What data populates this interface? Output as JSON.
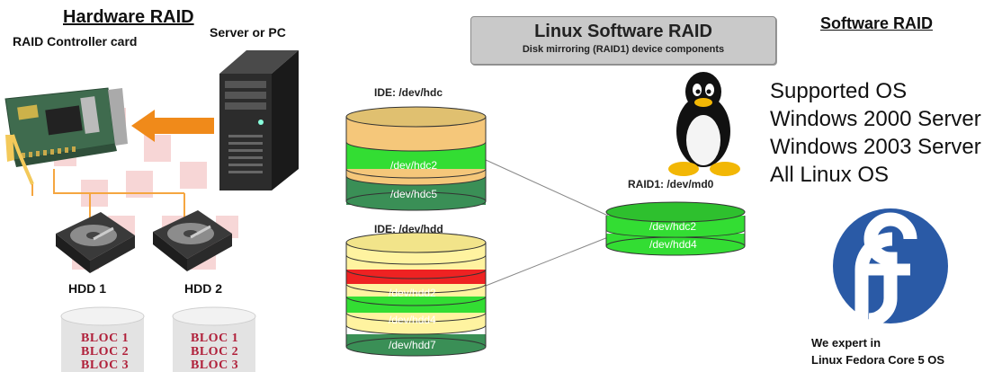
{
  "hardware": {
    "title": "Hardware RAID",
    "controller_label": "RAID Controller card",
    "pc_label": "Server or PC",
    "hdd1_label": "HDD 1",
    "hdd2_label": "HDD 2",
    "blocks": [
      "BLOC 1",
      "BLOC 2",
      "BLOC 3"
    ]
  },
  "banner": {
    "title": "Linux Software RAID",
    "subtitle": "Disk mirroring (RAID1) device components"
  },
  "disks": {
    "hdc": {
      "label": "IDE: /dev/hdc",
      "segments": [
        "/dev/hdc2",
        "/dev/hdc5"
      ]
    },
    "hdd": {
      "label": "IDE: /dev/hdd",
      "segments": [
        "/dev/hdd2",
        "/dev/hdd4",
        "/dev/hdd7"
      ]
    },
    "md0": {
      "label": "RAID1: /dev/md0",
      "segments": [
        "/dev/hdc2",
        "/dev/hdd4"
      ]
    }
  },
  "software": {
    "title": "Software RAID",
    "os_list": [
      "Supported OS",
      "Windows 2000 Server",
      "Windows 2003 Server",
      "All Linux OS"
    ],
    "expert_line1": "We expert in",
    "expert_line2": "Linux Fedora Core 5 OS"
  },
  "colors": {
    "orange_layer": "#f5c77a",
    "green_layer": "#33dd33",
    "dark_green_layer": "#3a8f56",
    "red_layer": "#ee2222",
    "yellow_layer": "#fff3a0",
    "banner_bg": "#c9c9c9",
    "fedora_blue": "#2a5aa6"
  },
  "icons": [
    "raid-card-icon",
    "arrow-left-icon",
    "server-tower-icon",
    "hard-drive-icon",
    "tux-penguin-icon",
    "fedora-logo-icon",
    "cylinder-icon"
  ]
}
